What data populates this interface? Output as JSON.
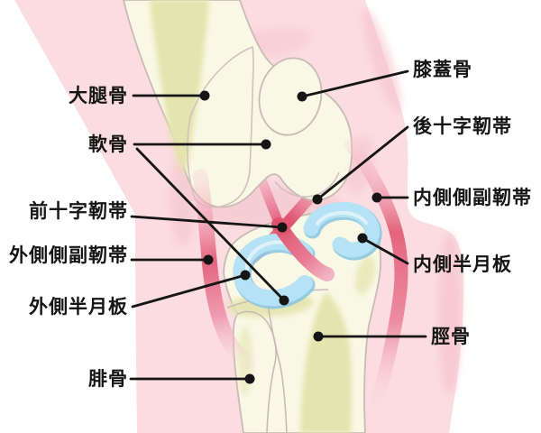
{
  "figure_type": "knee-joint-anatomy-diagram",
  "labels": {
    "left": [
      {
        "id": "femur",
        "text": "大腿骨"
      },
      {
        "id": "cartilage",
        "text": "軟骨"
      },
      {
        "id": "acl",
        "text": "前十字靭帯"
      },
      {
        "id": "lcl",
        "text": "外側側副靭帯"
      },
      {
        "id": "lateral-meniscus",
        "text": "外側半月板"
      },
      {
        "id": "fibula",
        "text": "腓骨"
      }
    ],
    "right": [
      {
        "id": "patella",
        "text": "膝蓋骨"
      },
      {
        "id": "pcl",
        "text": "後十字靭帯"
      },
      {
        "id": "mcl",
        "text": "内側側副靭帯"
      },
      {
        "id": "medial-meniscus",
        "text": "内側半月板"
      },
      {
        "id": "tibia",
        "text": "脛骨"
      }
    ]
  },
  "colors": {
    "background": "#ffffff",
    "skin": "#fbdce0",
    "skin_shadow": "#f5bfc9",
    "bone": "#f8f8e4",
    "bone_shade": "#e4e4ae",
    "bone_outline": "#c9bab6",
    "meniscus": "#b5e2f5",
    "meniscus_edge": "#8cc6e0",
    "ligament": "#e4647e",
    "ligament_dark": "#d94f6b",
    "leader_line": "#151515",
    "label_text": "#151515"
  }
}
